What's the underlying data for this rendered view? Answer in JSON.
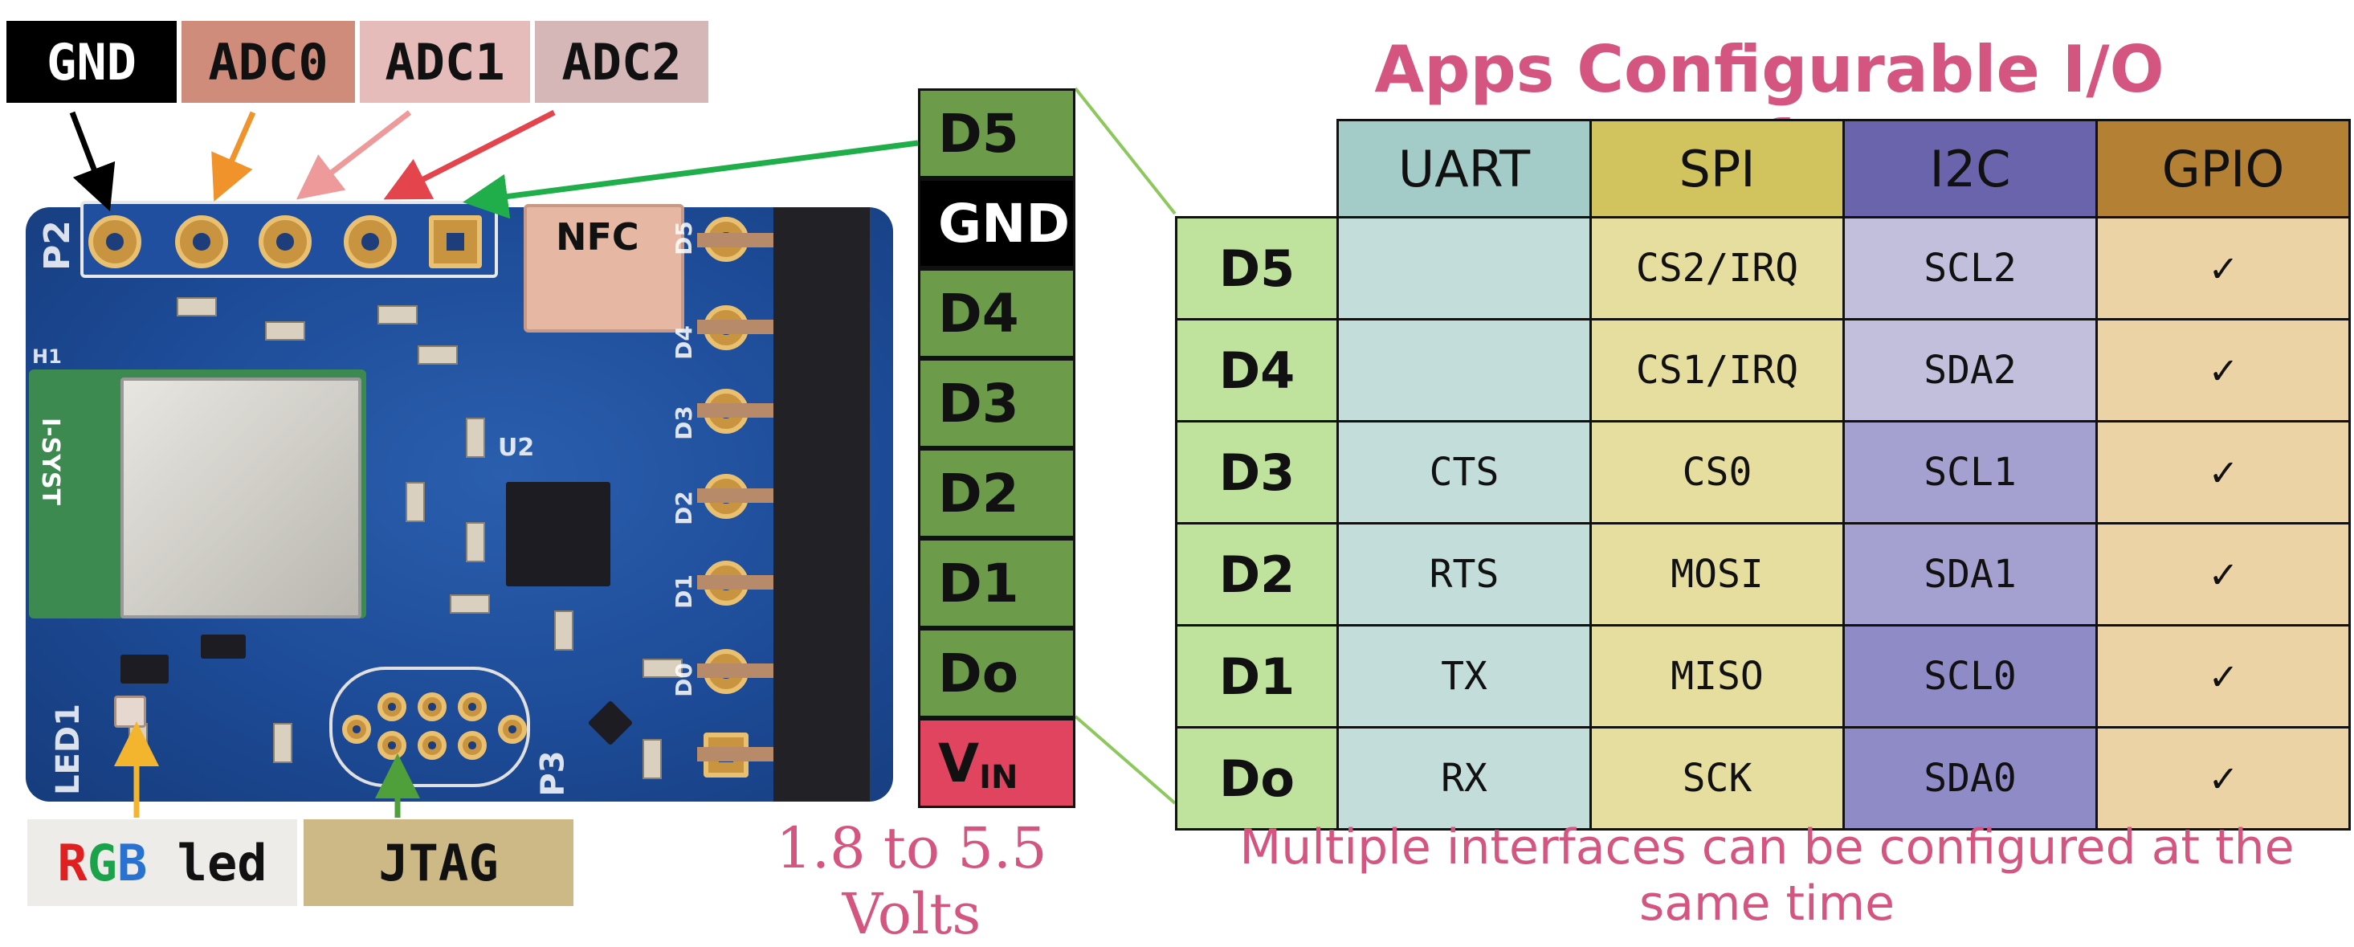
{
  "colors": {
    "accent_pink": "#d4557f",
    "uart": "#a3ccc8",
    "spi": "#d1c35d",
    "i2c": "#6a64ac",
    "gpio": "#b48034",
    "pin_green": "#6c9b4a",
    "vin_red": "#e0445f",
    "board_blue": "#1d4b97"
  },
  "top_labels": {
    "gnd": "GND",
    "adc0": "ADC0",
    "adc1": "ADC1",
    "adc2": "ADC2"
  },
  "board": {
    "nfc": "NFC",
    "silk": {
      "p2": "P2",
      "p3": "P3",
      "led1": "LED1",
      "u2": "U2",
      "h1": "H1",
      "d5": "D5",
      "d4": "D4",
      "d3": "D3",
      "d2": "D2",
      "d1": "D1",
      "d0": "D0"
    },
    "module_text": "I-SYST"
  },
  "pins": [
    {
      "label": "D5",
      "color": "#6c9b4a",
      "text_color": "#111111"
    },
    {
      "label": "GND",
      "color": "#000000",
      "text_color": "#ffffff"
    },
    {
      "label": "D4",
      "color": "#6c9b4a",
      "text_color": "#111111"
    },
    {
      "label": "D3",
      "color": "#6c9b4a",
      "text_color": "#111111"
    },
    {
      "label": "D2",
      "color": "#6c9b4a",
      "text_color": "#111111"
    },
    {
      "label": "D1",
      "color": "#6c9b4a",
      "text_color": "#111111"
    },
    {
      "label": "Do",
      "color": "#6c9b4a",
      "text_color": "#111111"
    },
    {
      "label": "V",
      "sub": "IN",
      "color": "#e0445f",
      "text_color": "#111111"
    }
  ],
  "voltage_range": "1.8 to 5.5 Volts",
  "title": "Apps Configurable I/O Interfaces",
  "table": {
    "headers": [
      "UART",
      "SPI",
      "I2C",
      "GPIO"
    ],
    "rows": [
      {
        "pin": "D5",
        "uart": "",
        "spi": "CS2/IRQ",
        "i2c": "SCL2",
        "gpio": "✓"
      },
      {
        "pin": "D4",
        "uart": "",
        "spi": "CS1/IRQ",
        "i2c": "SDA2",
        "gpio": "✓"
      },
      {
        "pin": "D3",
        "uart": "CTS",
        "spi": "CS0",
        "i2c": "SCL1",
        "gpio": "✓"
      },
      {
        "pin": "D2",
        "uart": "RTS",
        "spi": "MOSI",
        "i2c": "SDA1",
        "gpio": "✓"
      },
      {
        "pin": "D1",
        "uart": "TX",
        "spi": "MISO",
        "i2c": "SCL0",
        "gpio": "✓"
      },
      {
        "pin": "Do",
        "uart": "RX",
        "spi": "SCK",
        "i2c": "SDA0",
        "gpio": "✓"
      }
    ]
  },
  "note": "Multiple interfaces can be configured at the same time",
  "bottom_labels": {
    "rgb_r": "R",
    "rgb_g": "G",
    "rgb_b": "B",
    "led": " led",
    "jtag": "JTAG"
  }
}
